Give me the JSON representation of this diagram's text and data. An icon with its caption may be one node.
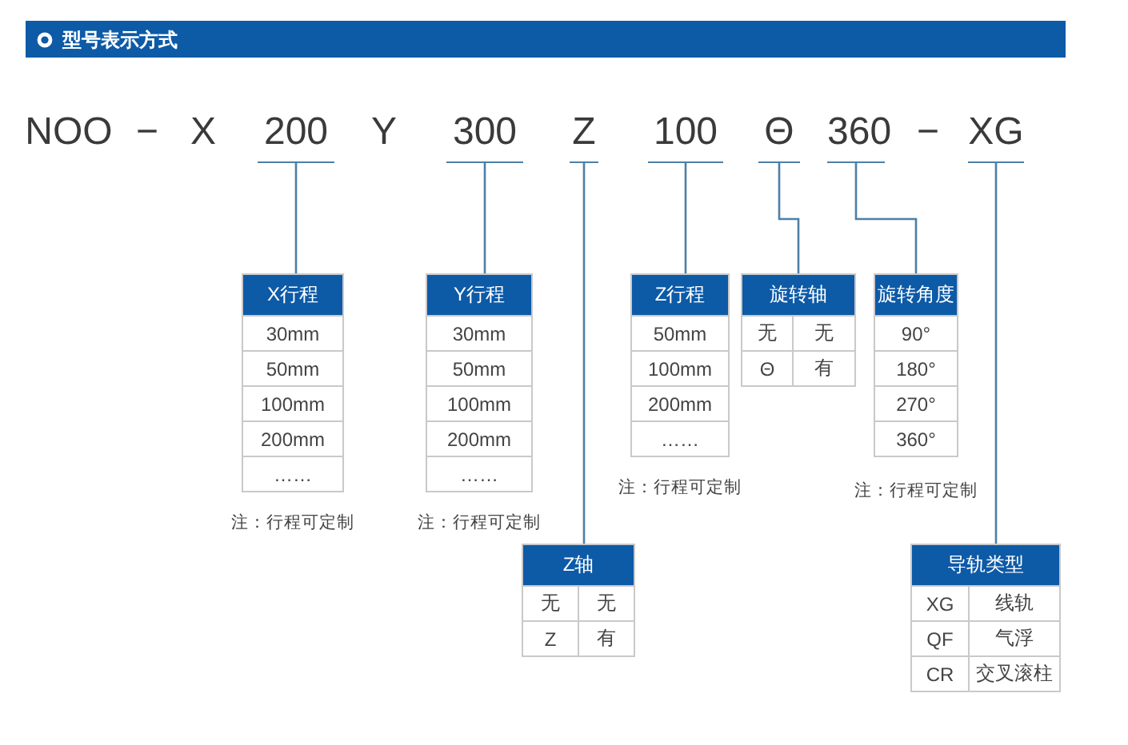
{
  "diagram": {
    "title": "型号表示方式",
    "nodes": [
      {
        "text": [
          "200"
        ]
      },
      {
        "text": [
          "300"
        ]
      },
      {
        "text": [
          "Z"
        ]
      },
      {
        "text": [
          "100"
        ]
      },
      {
        "text": [
          "Θ"
        ]
      },
      {
        "text": [
          "360"
        ]
      },
      {
        "text": [
          "XG"
        ]
      },
      {
        "text": [
          "X行程",
          "30mm",
          "50mm",
          "100mm",
          "200mm",
          "……"
        ],
        "beside": [
          "注：行程可定制"
        ]
      },
      {
        "text": [
          "Y行程",
          "30mm",
          "50mm",
          "100mm",
          "200mm",
          "……"
        ],
        "beside": [
          "注：行程可定制"
        ]
      },
      {
        "text": [
          "Z行程",
          "50mm",
          "100mm",
          "200mm",
          "……"
        ],
        "beside": [
          "注：行程可定制"
        ]
      },
      {
        "text": [
          "旋转轴",
          "无",
          "无",
          "Θ",
          "有"
        ]
      },
      {
        "text": [
          "旋转角度",
          "90°",
          "180°",
          "270°",
          "360°"
        ],
        "beside": [
          "注：行程可定制"
        ]
      },
      {
        "text": [
          "Z轴",
          "无",
          "无",
          "Z",
          "有"
        ]
      },
      {
        "text": [
          "导轨类型",
          "XG",
          "线轨",
          "QF",
          "气浮",
          "CR",
          "交叉滚柱"
        ]
      }
    ],
    "edges": [
      {
        "from": 0,
        "to": 7,
        "arrow": "none"
      },
      {
        "from": 1,
        "to": 8,
        "arrow": "none"
      },
      {
        "from": 2,
        "to": 12,
        "arrow": "none"
      },
      {
        "from": 3,
        "to": 9,
        "arrow": "none"
      },
      {
        "from": 4,
        "to": 10,
        "arrow": "none"
      },
      {
        "from": 5,
        "to": 11,
        "arrow": "none"
      },
      {
        "from": 6,
        "to": 13,
        "arrow": "none"
      }
    ],
    "labels": [
      "NOO",
      "−",
      "X",
      "Y",
      "−"
    ]
  }
}
